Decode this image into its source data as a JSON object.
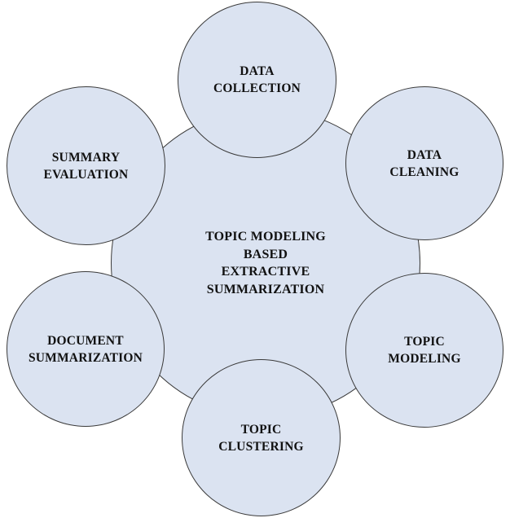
{
  "diagram": {
    "center": {
      "label": "TOPIC MODELING\nBASED\nEXTRACTIVE\nSUMMARIZATION"
    },
    "nodes": [
      {
        "id": "data-collection",
        "label": "DATA\nCOLLECTION"
      },
      {
        "id": "data-cleaning",
        "label": "DATA\nCLEANING"
      },
      {
        "id": "topic-modeling",
        "label": "TOPIC\nMODELING"
      },
      {
        "id": "topic-clustering",
        "label": "TOPIC\nCLUSTERING"
      },
      {
        "id": "document-summarization",
        "label": "DOCUMENT\nSUMMARIZATION"
      },
      {
        "id": "summary-evaluation",
        "label": "SUMMARY\nEVALUATION"
      }
    ],
    "colors": {
      "fill": "#dbe3f1",
      "stroke": "#3a3a3a",
      "text": "#111111"
    }
  }
}
